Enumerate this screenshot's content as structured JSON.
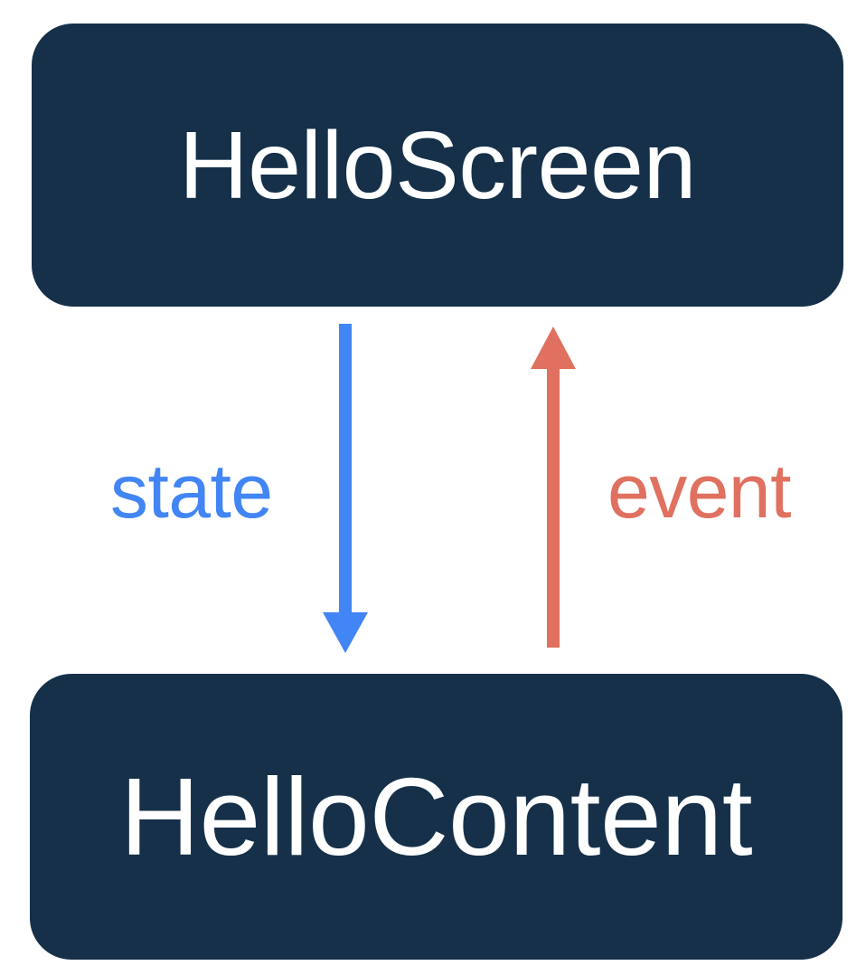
{
  "diagram": {
    "type": "flow-diagram",
    "background_color": "#ffffff",
    "title": "",
    "nodes": [
      {
        "id": "hello-screen",
        "label": "HelloScreen",
        "shape": "rounded-rectangle",
        "fill_color": "#16304a",
        "text_color": "#ffffff"
      },
      {
        "id": "hello-content",
        "label": "HelloContent",
        "shape": "rounded-rectangle",
        "fill_color": "#16304a",
        "text_color": "#ffffff"
      }
    ],
    "edges": [
      {
        "id": "state-edge",
        "label": "state",
        "from": "hello-screen",
        "to": "hello-content",
        "direction": "down",
        "color": "#4285f4"
      },
      {
        "id": "event-edge",
        "label": "event",
        "from": "hello-content",
        "to": "hello-screen",
        "direction": "up",
        "color": "#e0705f"
      }
    ]
  }
}
